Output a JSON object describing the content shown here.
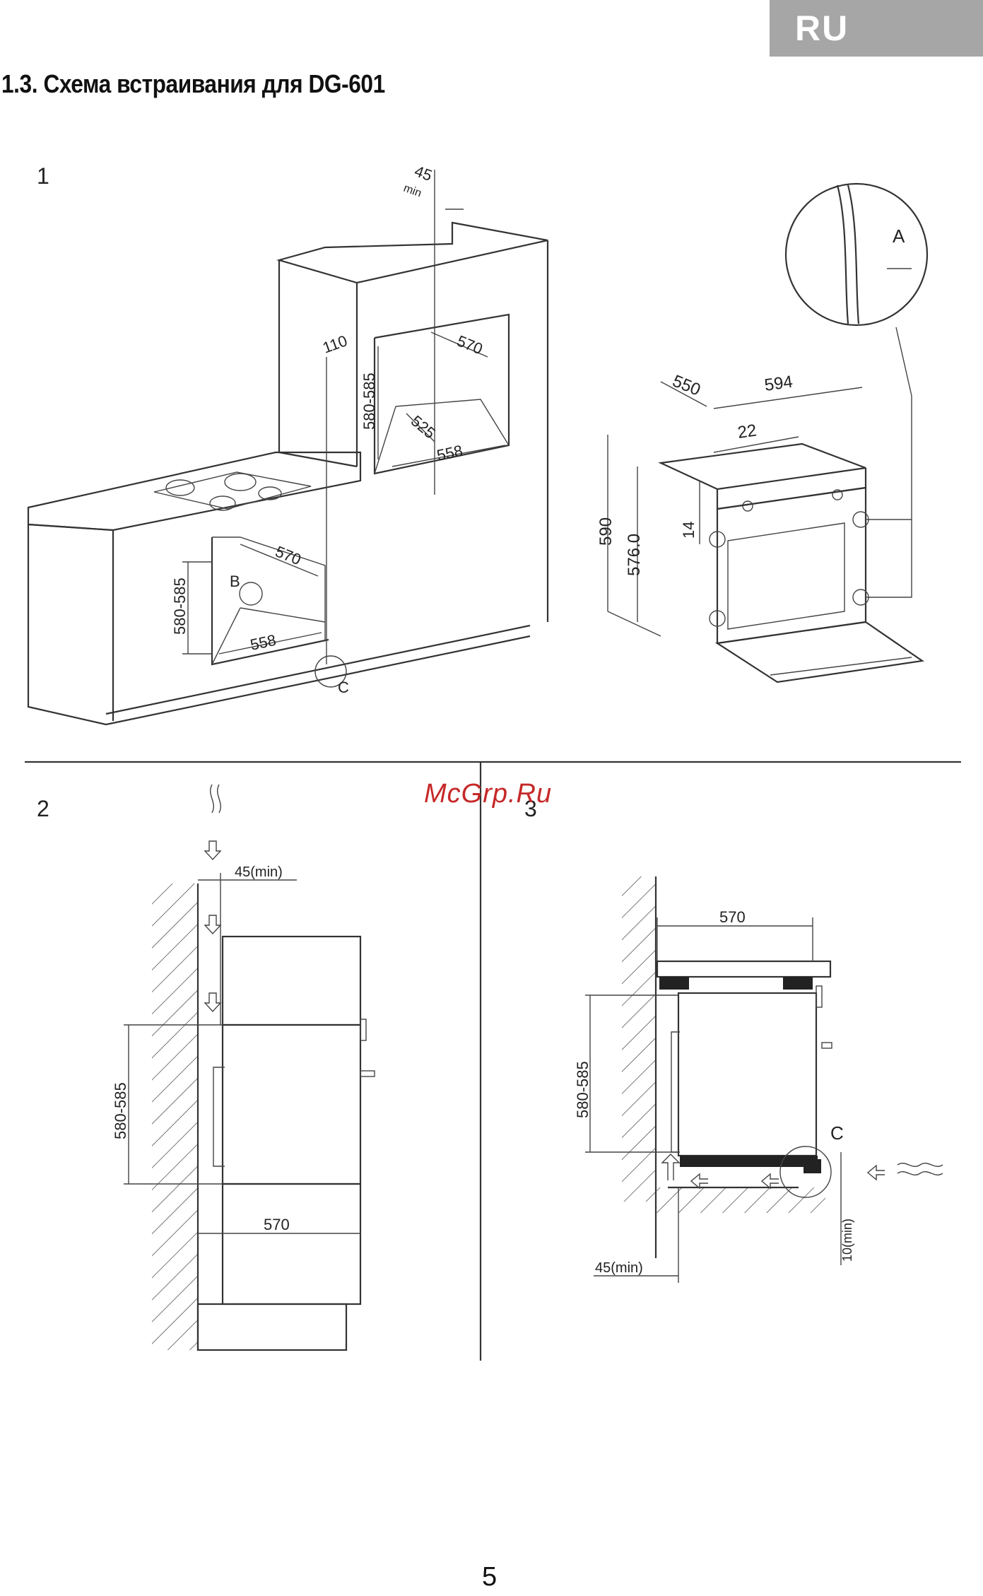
{
  "header": {
    "lang_tab": "RU"
  },
  "section": {
    "title": "1.3. Схема встраивания для DG-601"
  },
  "watermark": "McGrp.Ru",
  "page_number": "5",
  "figure1": {
    "number": "1",
    "dims": {
      "gap_top": "45",
      "gap_top_unit": "min",
      "side_110": "110",
      "upper_depth": "570",
      "upper_height": "580-585",
      "upper_inner_depth": "525",
      "upper_width": "558",
      "lower_depth": "570",
      "lower_height": "580-585",
      "lower_width": "558",
      "oven_depth": "550",
      "oven_width": "594",
      "oven_22": "22",
      "oven_height": "590",
      "oven_inner_height": "576.0",
      "oven_14": "14"
    },
    "labels": {
      "a": "A",
      "b": "B",
      "c": "C"
    }
  },
  "figure2": {
    "number": "2",
    "dims": {
      "gap": "45(min)",
      "height": "580-585",
      "depth": "570"
    }
  },
  "figure3": {
    "number": "3",
    "dims": {
      "depth": "570",
      "height": "580-585",
      "gap_bottom": "45(min)",
      "gap_side": "10(min)"
    },
    "labels": {
      "c": "C"
    }
  }
}
